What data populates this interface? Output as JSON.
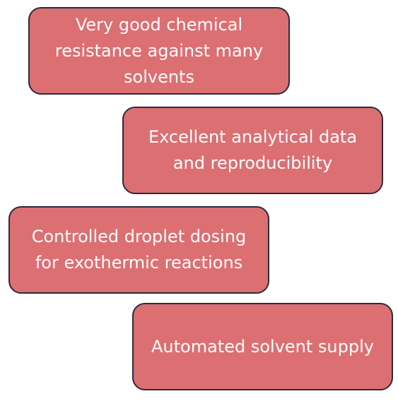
{
  "boxes": [
    {
      "text": "Very good chemical resistance against many solvents"
    },
    {
      "text": "Excellent analytical data and reproducibility"
    },
    {
      "text": "Controlled droplet dosing for exothermic reactions"
    },
    {
      "text": "Automated solvent supply"
    }
  ],
  "colors": {
    "box_fill": "#dc6f72",
    "box_border": "#2b2b3a",
    "text": "#ffffff",
    "background": "#ffffff"
  }
}
